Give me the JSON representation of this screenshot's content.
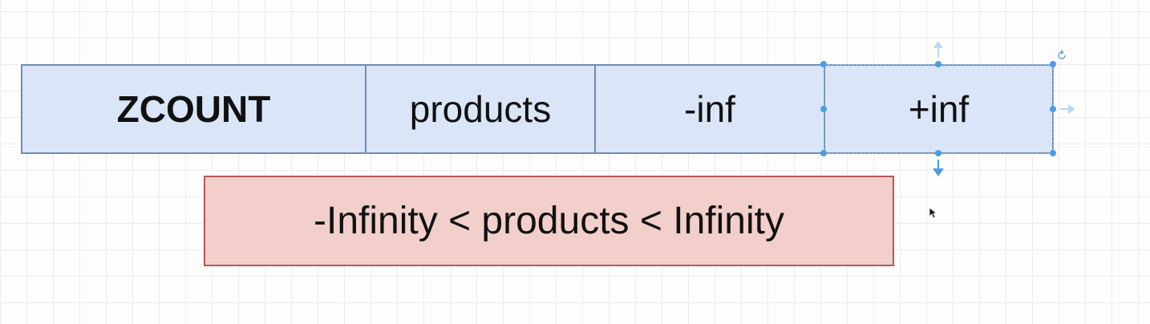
{
  "command_row": {
    "command": "ZCOUNT",
    "key": "products",
    "min": "-inf",
    "max": "+inf"
  },
  "result": {
    "text": "-Infinity < products < Infinity"
  },
  "colors": {
    "command_fill": "#dae6f7",
    "command_border": "#6d8cb8",
    "result_fill": "#f2cfcb",
    "result_border": "#b35a57",
    "selection": "#4a9de6"
  }
}
